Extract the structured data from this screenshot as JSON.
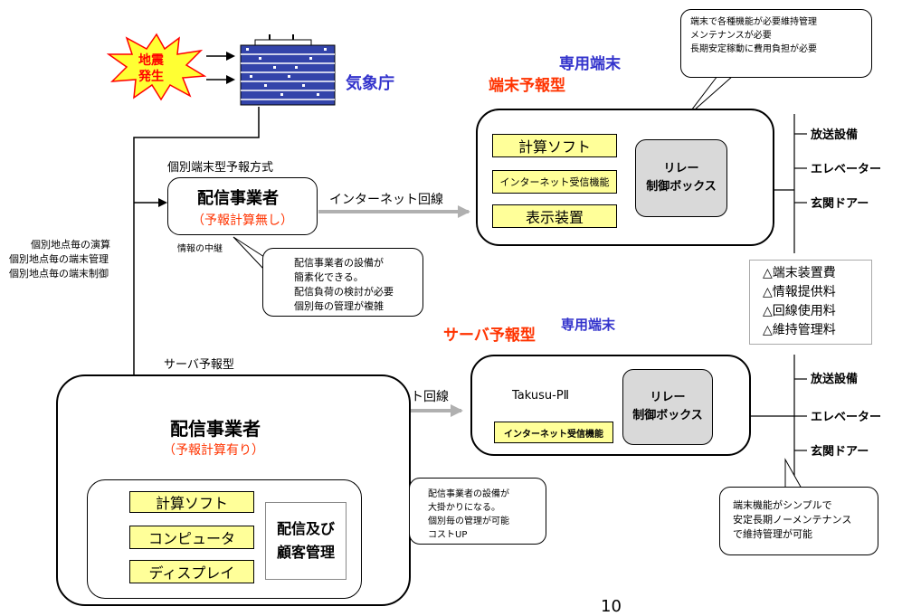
{
  "source": {
    "earthquake_line1": "地震",
    "earthquake_line2": "発生",
    "jma": "気象庁"
  },
  "terminal_type": {
    "heading_blue": "専用端末",
    "heading_red": "端末予報型",
    "method_label": "個別端末型予報方式",
    "distributor_title": "配信事業者",
    "distributor_sub": "（予報計算無し）",
    "relay_note": "情報の中継",
    "internet_label": "インターネット回線",
    "modules": [
      "計算ソフト",
      "インターネット受信機能",
      "表示装置"
    ],
    "relay_line1": "リレー",
    "relay_line2": "制御ボックス",
    "outputs": [
      "放送設備",
      "エレベーター",
      "玄関ドアー"
    ],
    "callout": [
      "端末で各種機能が必要維持管理",
      "メンテナンスが必要",
      "長期安定稼動に費用負担が必要"
    ],
    "distributor_callout": [
      "配信事業者の設備が",
      "簡素化できる。",
      "配信負荷の検討が必要",
      "個別毎の管理が複雑"
    ]
  },
  "left_notes": [
    "個別地点毎の演算",
    "個別地点毎の端末管理",
    "個別地点毎の端末制御"
  ],
  "costs": [
    "△端末装置費",
    "△情報提供料",
    "△回線使用料",
    "△維持管理料"
  ],
  "server_type": {
    "heading_red": "サーバ予報型",
    "heading_blue": "専用端末",
    "label": "サーバ予報型",
    "internet_label": "インターネット回線",
    "terminal_name": "Takusu-PⅡ",
    "terminal_module": "インターネット受信機能",
    "relay_line1": "リレー",
    "relay_line2": "制御ボックス",
    "outputs": [
      "放送設備",
      "エレベーター",
      "玄関ドアー"
    ],
    "callout": [
      "端末機能がシンプルで",
      "安定長期ノーメンテナンス",
      "で維持管理が可能"
    ],
    "distributor_title": "配信事業者",
    "distributor_sub": "（予報計算有り）",
    "modules": [
      "計算ソフト",
      "コンピュータ",
      "ディスプレイ"
    ],
    "management_line1": "配信及び",
    "management_line2": "顧客管理",
    "distributor_callout": [
      "配信事業者の設備が",
      "大掛かりになる。",
      "個別毎の管理が可能",
      "コストUP"
    ]
  },
  "page_number": "10",
  "colors": {
    "blue": "#3333cc",
    "red": "#ff3300",
    "yellow": "#ffff99",
    "gray_arrow": "#b0b0b0",
    "relay": "#d9d9d9"
  }
}
